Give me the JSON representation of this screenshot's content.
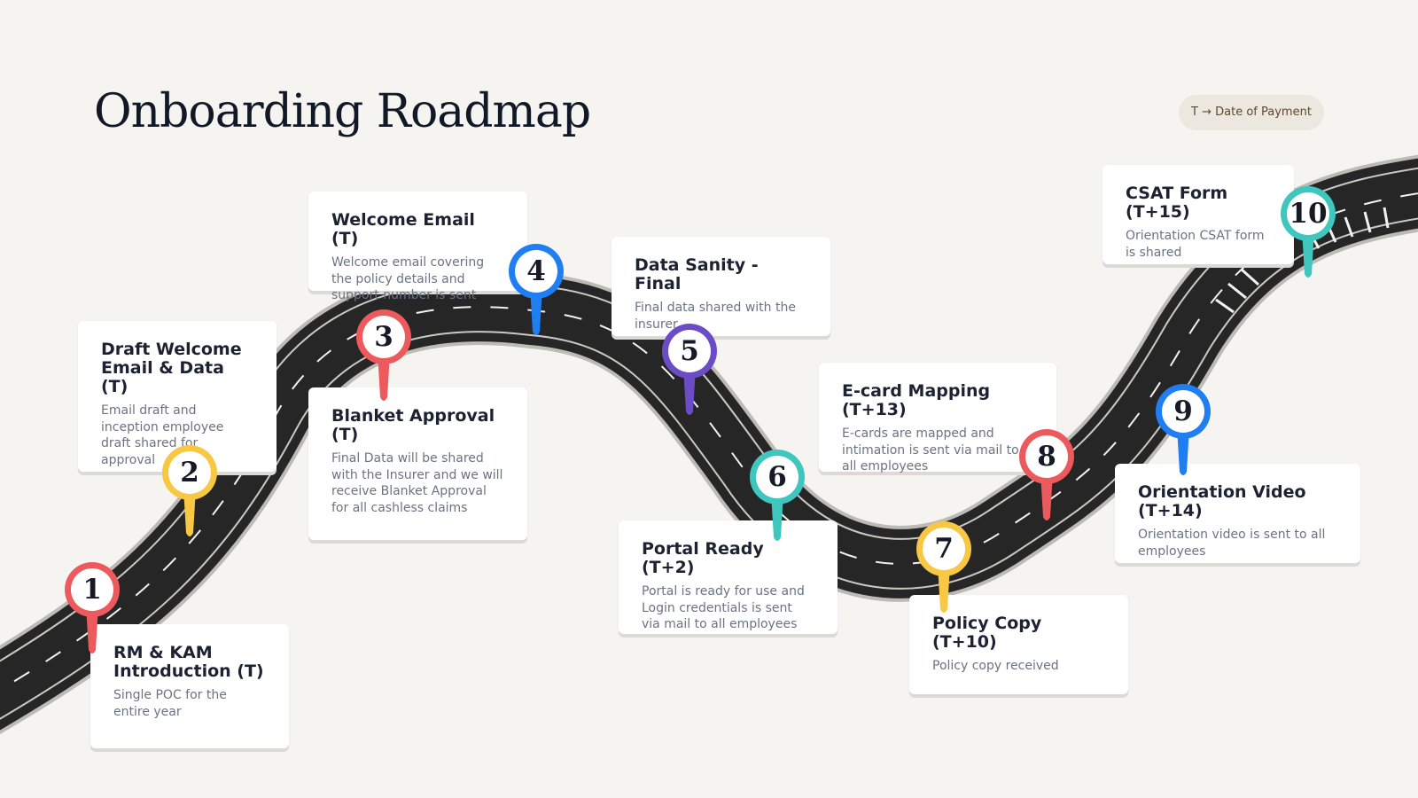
{
  "header": {
    "title": "Onboarding Roadmap",
    "legend": "T → Date of Payment"
  },
  "colors": {
    "red": "#ec5a5d",
    "yellow": "#f8c844",
    "blue": "#1f7ef2",
    "purple": "#6b4cc6",
    "teal": "#3fc6be",
    "road": "#262626"
  },
  "steps": [
    {
      "number": "1",
      "title": "RM & KAM Introduction (T)",
      "description": "Single POC for the entire year",
      "color": "red"
    },
    {
      "number": "2",
      "title": "Draft Welcome Email & Data (T)",
      "description": "Email draft and inception employee draft shared for approval",
      "color": "yellow"
    },
    {
      "number": "3",
      "title": "Blanket Approval (T)",
      "description": "Final Data will be shared with the Insurer and we will receive Blanket Approval for all cashless claims",
      "color": "red"
    },
    {
      "number": "4",
      "title": "Welcome Email (T)",
      "description": "Welcome email covering the policy details and support number is sent",
      "color": "blue"
    },
    {
      "number": "5",
      "title": "Data Sanity - Final",
      "description": "Final data shared with the insurer",
      "color": "purple"
    },
    {
      "number": "6",
      "title": "Portal Ready (T+2)",
      "description": "Portal is ready for use and Login credentials is sent via mail to all employees",
      "color": "teal"
    },
    {
      "number": "7",
      "title": "Policy Copy (T+10)",
      "description": "Policy copy received",
      "color": "yellow"
    },
    {
      "number": "8",
      "title": "E-card Mapping (T+13)",
      "description": "E-cards are mapped and intimation is sent via mail to all employees",
      "color": "red"
    },
    {
      "number": "9",
      "title": "Orientation Video (T+14)",
      "description": "Orientation video is sent to all employees",
      "color": "blue"
    },
    {
      "number": "10",
      "title": "CSAT Form (T+15)",
      "description": "Orientation CSAT form is shared",
      "color": "teal"
    }
  ]
}
